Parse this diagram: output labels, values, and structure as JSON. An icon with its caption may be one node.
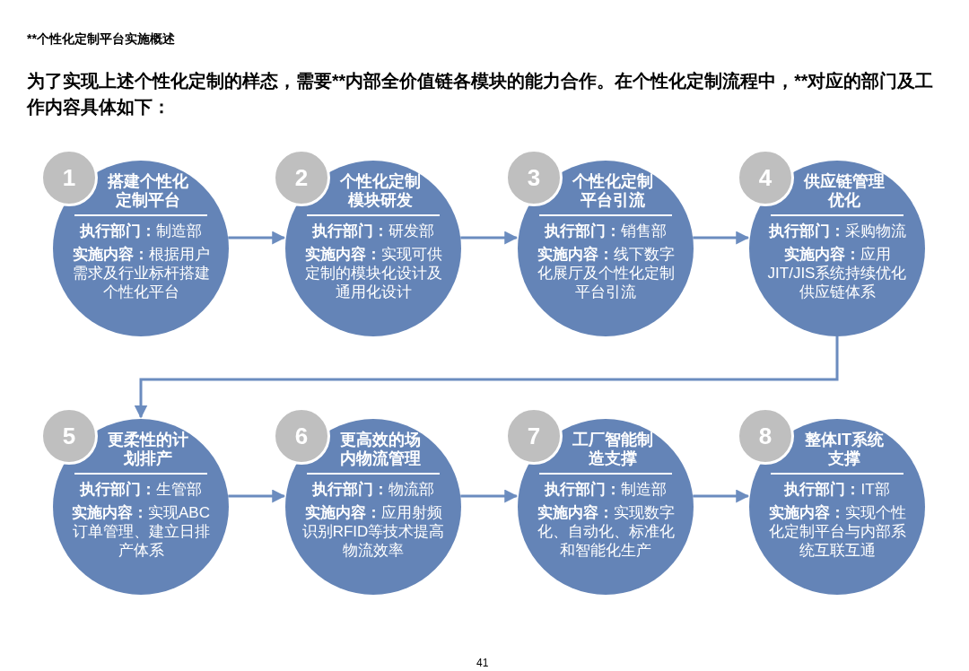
{
  "diagram": {
    "title": "**个性化定制平台实施概述",
    "caption": "为了实现上述个性化定制的样态，需要**内部全价值链各模块的能力合作。在个性化定制流程中，**对应的部门及工作内容具体如下：",
    "nodes": [
      {
        "text": [
          "1"
        ]
      },
      {
        "text": [
          "搭建个性化定制平台",
          "**执行部门：**制造部",
          "**实施内容：**根据用户需求及行业标杆搭建个性化平台"
        ]
      },
      {
        "text": [
          "2"
        ]
      },
      {
        "text": [
          "个性化定制模块研发",
          "**执行部门：**研发部",
          "**实施内容：**实现可供定制的模块化设计及通用化设计"
        ]
      },
      {
        "text": [
          "3"
        ]
      },
      {
        "text": [
          "个性化定制平台引流",
          "**执行部门：**销售部",
          "**实施内容：**线下数字化展厅及个性化定制平台引流"
        ]
      },
      {
        "text": [
          "4"
        ]
      },
      {
        "text": [
          "供应链管理优化",
          "**执行部门：**采购物流",
          "**实施内容：**应用JIT/JIS系统持续优化供应链体系"
        ]
      },
      {
        "text": [
          "5"
        ]
      },
      {
        "text": [
          "更柔性的计划排产",
          "**执行部门：**生管部",
          "**实施内容：**实现ABC订单管理、建立日排产体系"
        ]
      },
      {
        "text": [
          "6"
        ]
      },
      {
        "text": [
          "更高效的场内物流管理",
          "**执行部门：**物流部",
          "**实施内容：**应用射频识别RFID等技术提高物流效率"
        ]
      },
      {
        "text": [
          "7"
        ]
      },
      {
        "text": [
          "工厂智能制造支撑",
          "**执行部门：**制造部",
          "**实施内容：**实现数字化、自动化、标准化和智能化生产"
        ]
      },
      {
        "text": [
          "8"
        ]
      },
      {
        "text": [
          "整体IT系统支撑",
          "**执行部门：**IT部",
          "**实施内容：**实现个性化定制平台与内部系统互联互通"
        ]
      }
    ],
    "edges": [
      {
        "from": 1,
        "to": 3,
        "arrow": "to"
      },
      {
        "from": 3,
        "to": 5,
        "arrow": "to"
      },
      {
        "from": 5,
        "to": 7,
        "arrow": "to"
      },
      {
        "from": 7,
        "to": 9,
        "arrow": "to"
      },
      {
        "from": 9,
        "to": 11,
        "arrow": "to"
      },
      {
        "from": 11,
        "to": 13,
        "arrow": "to"
      },
      {
        "from": 13,
        "to": 15,
        "arrow": "to"
      }
    ],
    "labels": [
      "41"
    ]
  }
}
